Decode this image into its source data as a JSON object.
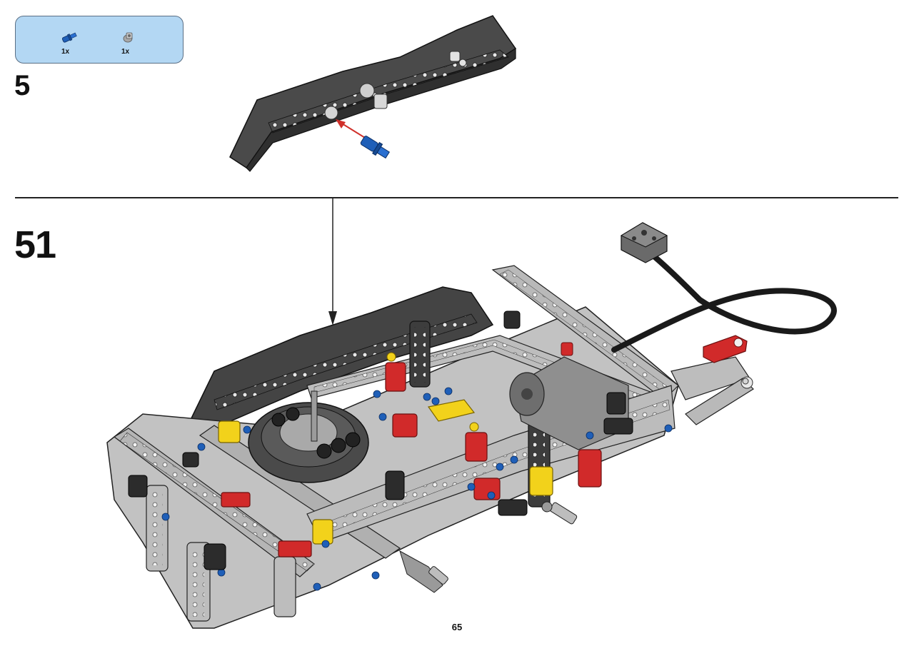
{
  "parts_list": {
    "items": [
      {
        "icon": "blue-axle-pin-icon",
        "quantity": "1x",
        "color": "#1f5fb8"
      },
      {
        "icon": "gray-bush-icon",
        "quantity": "1x",
        "color": "#9a9a9a"
      }
    ]
  },
  "substep": {
    "number": "5"
  },
  "step": {
    "number": "51"
  },
  "page": {
    "number": "65"
  },
  "colors": {
    "parts_box_background": "#b3d7f3",
    "dark_beam": "#3f3f3f",
    "light_beam": "#b9b9b9",
    "accent_red": "#d12a2a",
    "accent_yellow": "#f2d21b",
    "accent_blue": "#1f5fb8",
    "arrow": "#d0302a"
  }
}
